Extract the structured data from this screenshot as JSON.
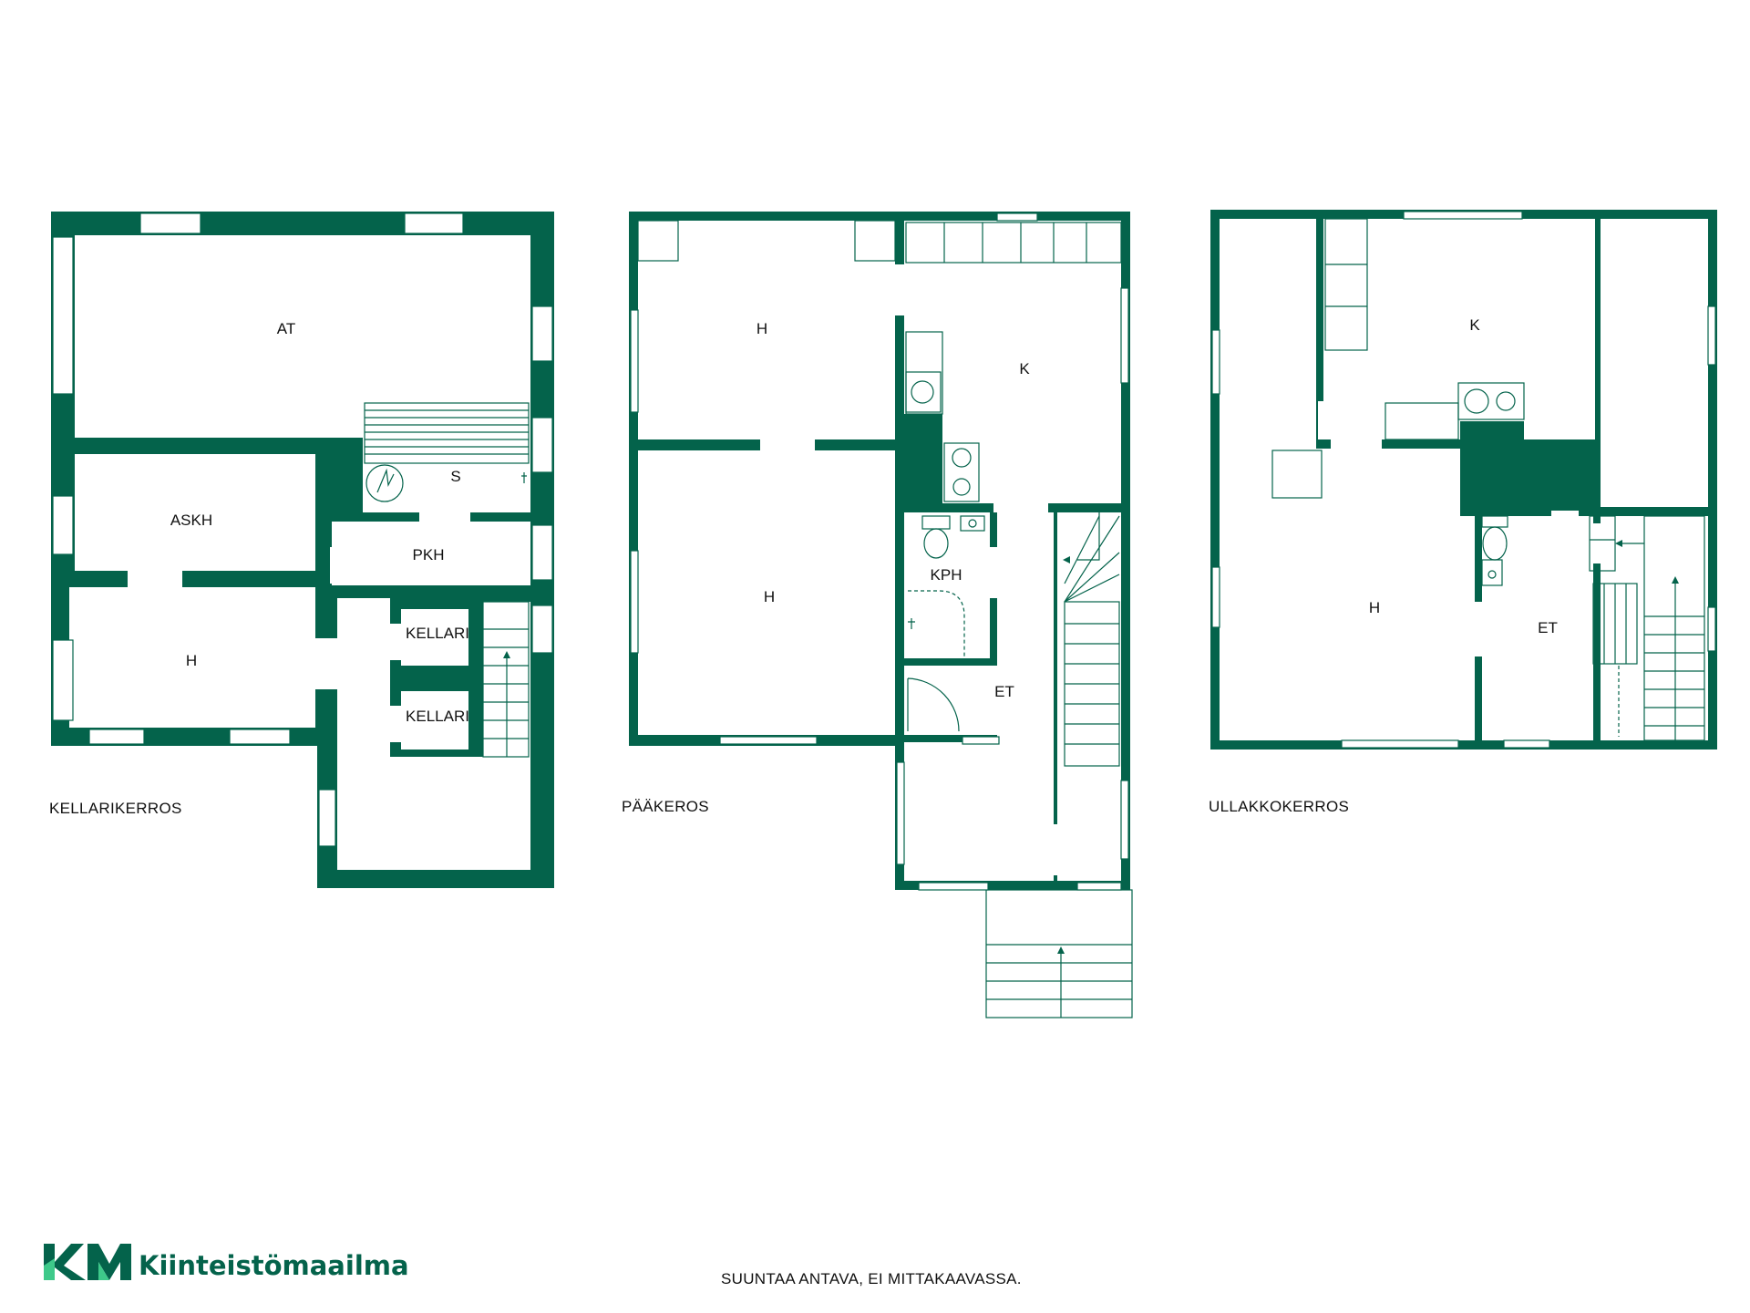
{
  "floors": {
    "basement": {
      "caption": "KELLARIKERROS",
      "rooms": {
        "at": "AT",
        "askh": "ASKH",
        "s": "S",
        "pkh": "PKH",
        "h": "H",
        "kellari1": "KELLARI",
        "kellari2": "KELLARI"
      }
    },
    "main": {
      "caption": "PÄÄKEROS",
      "rooms": {
        "h1": "H",
        "k": "K",
        "h2": "H",
        "kph": "KPH",
        "et": "ET"
      }
    },
    "attic": {
      "caption": "ULLAKKOKERROS",
      "rooms": {
        "k": "K",
        "h": "H",
        "et": "ET"
      }
    }
  },
  "footer": {
    "logo_mark": "KM",
    "brand_name": "Kiinteistömaailma",
    "disclaimer": "SUUNTAA ANTAVA, EI MITTAKAAVASSA."
  },
  "colors": {
    "wall": "#04634b",
    "logo_light": "#3ec98a",
    "background": "#ffffff"
  }
}
